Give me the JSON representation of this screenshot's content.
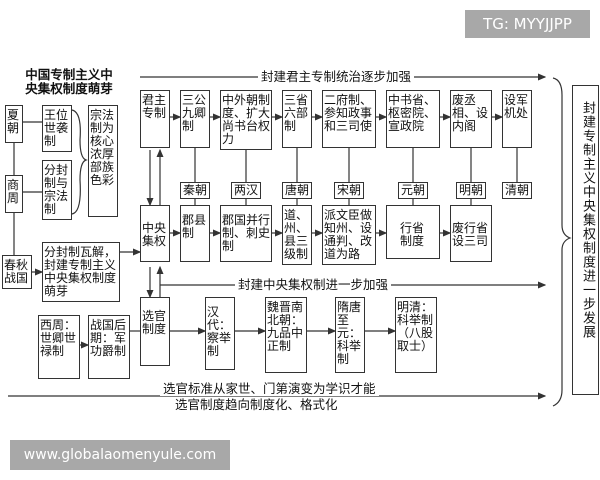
{
  "watermarks": {
    "top": "TG: MYYJJPP",
    "bottom": "www.globalaomenyule.com"
  },
  "origin": {
    "title": "中国专制主义中央集权制度萌芽",
    "xia": "夏朝",
    "shangzhou": "商周",
    "chunqiu": "春秋战国",
    "wangwei": "王位世袭制",
    "fenfeng": "分封制与宗法制",
    "features": "宗法制为核心 浓厚部族色彩",
    "collapse": "分封制瓦解，封建专制主义中央集权制度萌芽"
  },
  "flows": {
    "top": "封建君主专制统治逐步加强",
    "middle": "封建中央集权制进一步加强",
    "bottom_line1": "选官标准从家世、门第演变为学识才能",
    "bottom_line2": "选官制度趋向制度化、格式化"
  },
  "pillars": {
    "monarchy": "君主专制",
    "central": "中央集权",
    "selection": "选官制度"
  },
  "dynasties": [
    {
      "name": "秦朝",
      "top": "三公九卿制",
      "bottom": "郡县制"
    },
    {
      "name": "两汉",
      "top": "中外朝制度、扩大尚书台权力",
      "bottom": "郡国并行制、刺史制"
    },
    {
      "name": "唐朝",
      "top": "三省六部制",
      "bottom": "道、州、县三级制"
    },
    {
      "name": "宋朝",
      "top": "二府制、参知政事和三司使",
      "bottom": "派文臣做知州、设通判、改道为路"
    },
    {
      "name": "元朝",
      "top": "中书省、枢密院、宣政院",
      "bottom": "行省制度"
    },
    {
      "name": "明朝",
      "top": "废丞相、设内阁",
      "bottom": "废行省设三司"
    },
    {
      "name": "清朝",
      "top": "设军机处",
      "bottom": ""
    }
  ],
  "selection_steps": [
    "西周：世卿世禄制",
    "战国后期：军功爵制",
    "汉代：察举制",
    "魏晋南北朝：九品中正制",
    "隋唐至元：科举制",
    "明清：科举制（八股取士）"
  ],
  "conclusion": "封建专制主义中央集权制度进一步发展"
}
